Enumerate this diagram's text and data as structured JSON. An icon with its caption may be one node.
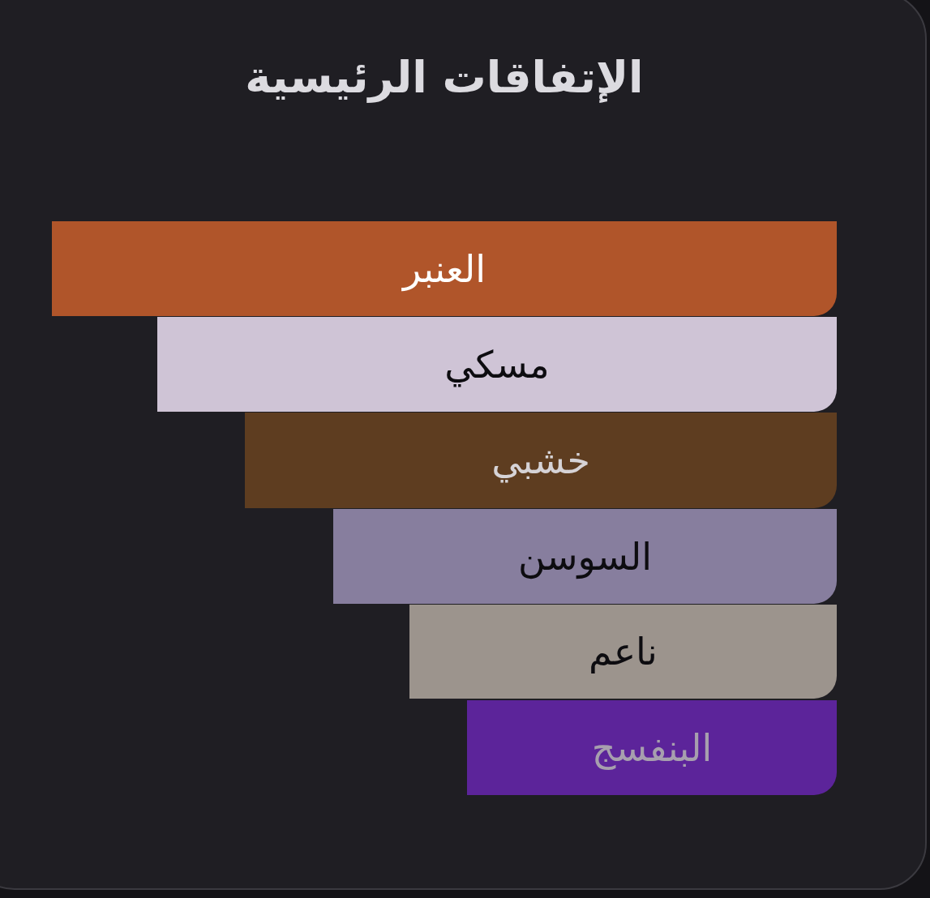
{
  "diagram": {
    "title": "الإتفاقات الرئيسية",
    "nodes": [
      {
        "text": [
          "العنبر"
        ]
      },
      {
        "text": [
          "مسكي"
        ]
      },
      {
        "text": [
          "خشبي"
        ]
      },
      {
        "text": [
          "السوسن"
        ]
      },
      {
        "text": [
          "ناعم"
        ]
      },
      {
        "text": [
          "البنفسج"
        ]
      }
    ]
  }
}
